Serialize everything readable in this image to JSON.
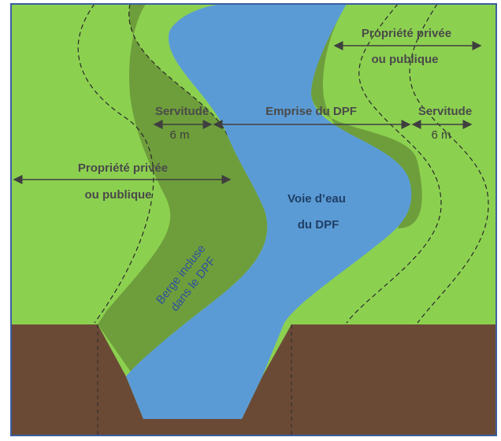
{
  "colors": {
    "light_green": "#8cd050",
    "dark_green": "#6e9e3c",
    "water_blue": "#5b9bd5",
    "earth_brown": "#6b4a35",
    "frame": "#3a5fa0",
    "text": "#4a4a4a"
  },
  "labels": {
    "top_right_property_line1": "Propriété privée",
    "top_right_property_line2": "ou publique",
    "servitude_left": "Servitude",
    "servitude_left_width": "6 m",
    "emprise": "Emprise du DPF",
    "servitude_right": "Servitude",
    "servitude_right_width": "6 m",
    "left_property_line1": "Propriété privée",
    "left_property_line2": "ou publique",
    "water_line1": "Voie d’eau",
    "water_line2": "du DPF",
    "bank_line1": "Berge incluse",
    "bank_line2": "dans le DPF"
  }
}
